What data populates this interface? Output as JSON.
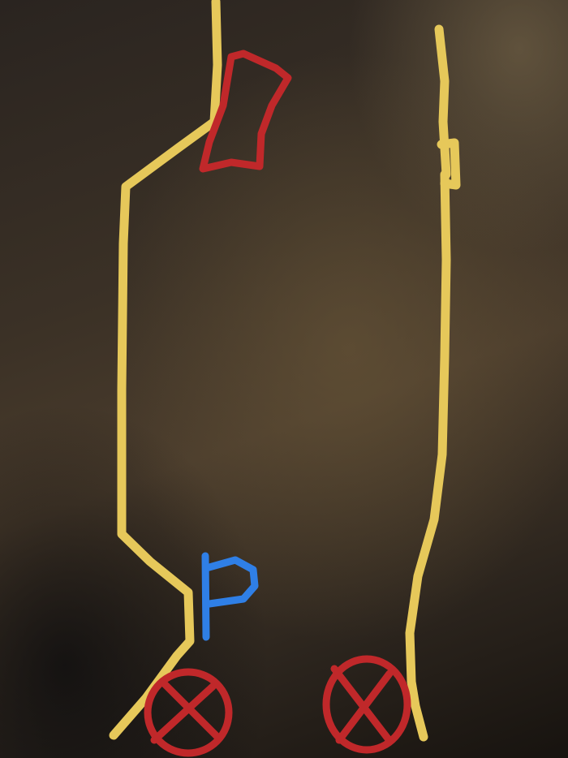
{
  "colors": {
    "background": "#3a3025",
    "outline": "#e6c85a",
    "mark_red": "#c0282a",
    "mark_blue": "#2f7fe6"
  },
  "marks": [
    {
      "name": "red-box-mark",
      "color": "red"
    },
    {
      "name": "blue-bracket-mark",
      "color": "blue"
    },
    {
      "name": "red-x-circle-left",
      "color": "red"
    },
    {
      "name": "red-x-circle-right",
      "color": "red"
    }
  ]
}
